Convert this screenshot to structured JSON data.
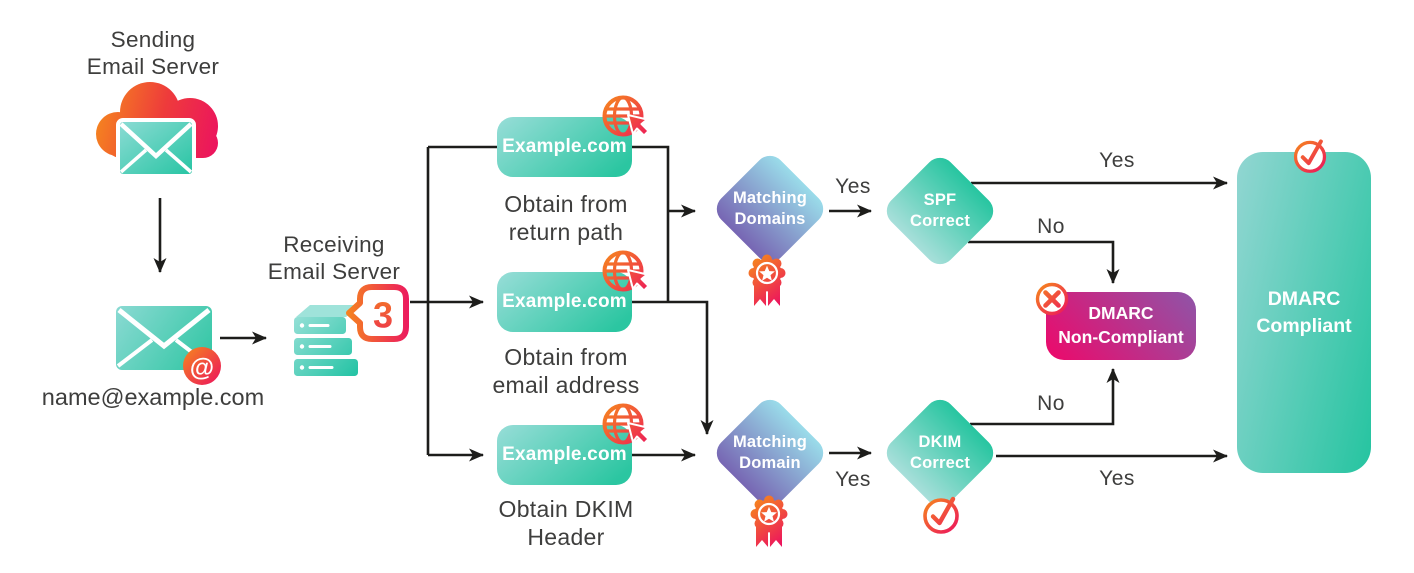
{
  "colors": {
    "accent-orange": "#f5821f",
    "accent-pink": "#ed1b5f",
    "teal-light": "#92dcd5",
    "teal-dark": "#29c5a1",
    "purple": "#7766b3",
    "sky": "#9adcea",
    "magenta": "#e90c6d",
    "violet": "#8e55a8",
    "arrow-black": "#1d1d1b",
    "text-dark": "#3e3e3d"
  },
  "nodes": {
    "sending_server": {
      "line1": "Sending",
      "line2": "Email Server"
    },
    "sender_address": {
      "label": "name@example.com",
      "at_glyph": "@"
    },
    "receiving_server": {
      "line1": "Receiving",
      "line2": "Email Server",
      "badge": "3"
    },
    "sources": [
      {
        "domain": "Example.com",
        "caption1": "Obtain from",
        "caption2": "return path"
      },
      {
        "domain": "Example.com",
        "caption1": "Obtain from",
        "caption2": "email address"
      },
      {
        "domain": "Example.com",
        "caption1": "Obtain DKIM",
        "caption2": "Header"
      }
    ],
    "decisions": {
      "matching_domains": {
        "line1": "Matching",
        "line2": "Domains"
      },
      "spf_correct": {
        "line1": "SPF",
        "line2": "Correct"
      },
      "matching_domain": {
        "line1": "Matching",
        "line2": "Domain"
      },
      "dkim_correct": {
        "line1": "DKIM",
        "line2": "Correct"
      }
    },
    "results": {
      "non_compliant": {
        "line1": "DMARC",
        "line2": "Non-Compliant"
      },
      "compliant": {
        "line1": "DMARC",
        "line2": "Compliant"
      }
    }
  },
  "edge_labels": {
    "matching_domains_yes": "Yes",
    "spf_yes": "Yes",
    "spf_no": "No",
    "dkim_no": "No",
    "dkim_yes": "Yes",
    "matching_domain_yes": "Yes"
  }
}
